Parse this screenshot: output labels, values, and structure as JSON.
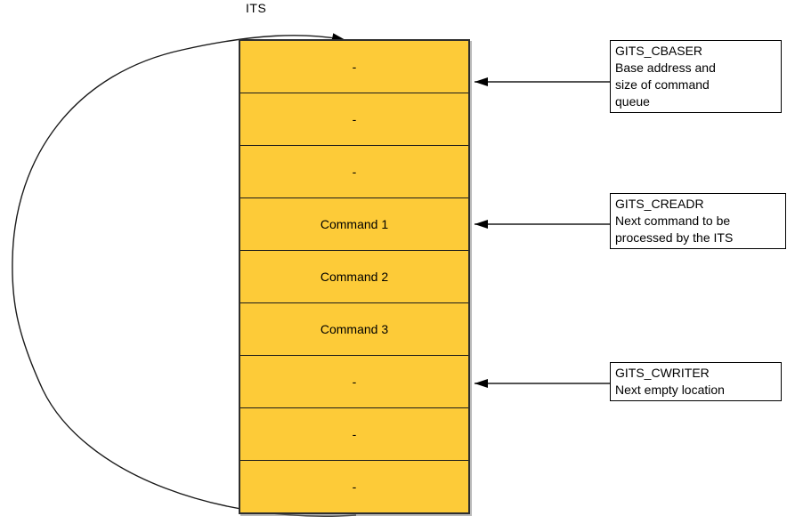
{
  "title_label": "ITS",
  "colors": {
    "queue_fill": "#FDCB38",
    "queue_border": "#2e2e2e",
    "arrow": "#000000"
  },
  "queue": {
    "cells": [
      {
        "label": "-"
      },
      {
        "label": "-"
      },
      {
        "label": "-"
      },
      {
        "label": "Command 1"
      },
      {
        "label": "Command 2"
      },
      {
        "label": "Command 3"
      },
      {
        "label": "-"
      },
      {
        "label": "-"
      },
      {
        "label": "-"
      }
    ]
  },
  "registers": [
    {
      "name": "GITS_CBASER",
      "desc": [
        "Base address and",
        "size of command",
        "queue"
      ]
    },
    {
      "name": "GITS_CREADR",
      "desc": [
        "Next command to be",
        "processed by the ITS"
      ]
    },
    {
      "name": "GITS_CWRITER",
      "desc": [
        "Next empty location"
      ]
    }
  ]
}
